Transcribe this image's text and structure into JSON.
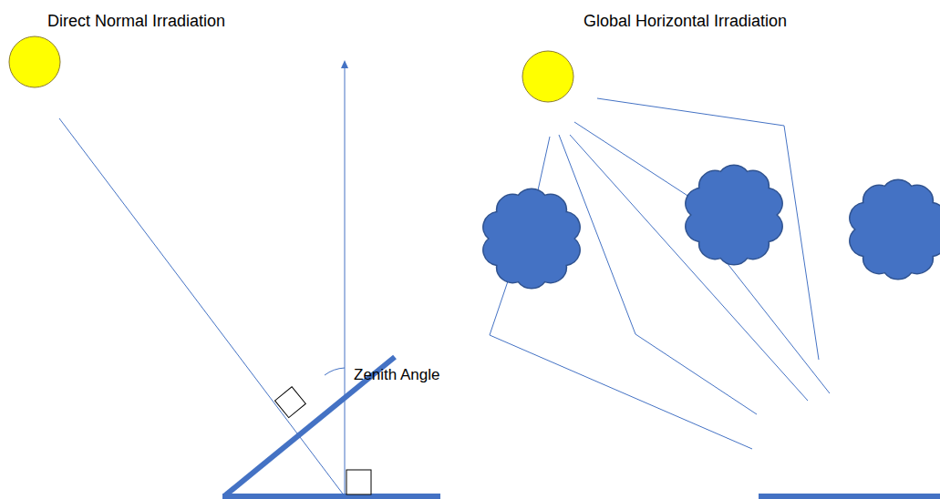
{
  "diagram": {
    "labels": [
      "Direct Normal Irradiation",
      "Global Horizontal Irradiation",
      "Zenith Angle"
    ]
  }
}
